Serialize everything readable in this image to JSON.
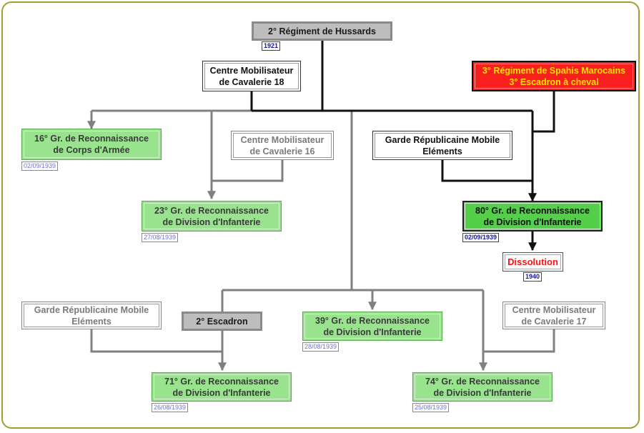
{
  "units": {
    "hussards": "2° Régiment de Hussards",
    "cmc18": "Centre Mobilisateur\nde Cavalerie 18",
    "spahis": "3° Régiment de Spahis Marocains\n3° Escadron à cheval",
    "gr16": "16° Gr. de Reconnaissance\nde Corps d'Armée",
    "cmc16": "Centre Mobilisateur\nde Cavalerie 16",
    "grm_top": "Garde Républicaine Mobile\nEléments",
    "gr23": "23° Gr. de Reconnaissance\nde Division d'Infanterie",
    "gr80": "80° Gr. de Reconnaissance\nde Division d'Infanterie",
    "dissolution": "Dissolution",
    "grm_bottom": "Garde Républicaine Mobile\nEléments",
    "escadron2": "2° Escadron",
    "gr39": "39° Gr. de Reconnaissance\nde Division d'Infanterie",
    "cmc17": "Centre Mobilisateur\nde Cavalerie 17",
    "gr71": "71° Gr. de Reconnaissance\nde Division d'Infanterie",
    "gr74": "74° Gr. de Reconnaissance\nde Division d'Infanterie"
  },
  "dates": {
    "hussards": "1921",
    "gr16": "02/09/1939",
    "gr23": "27/08/1939",
    "gr80": "02/09/1939",
    "dissolution": "1940",
    "gr39": "28/08/1939",
    "gr71": "26/08/1939",
    "gr74": "25/08/1939"
  },
  "colors": {
    "line_dark": "#111111",
    "line_gray": "#808080",
    "green": "#99e38f",
    "green_strong": "#53cf4a",
    "red": "#fa1f1f",
    "frame": "#a0a030"
  }
}
